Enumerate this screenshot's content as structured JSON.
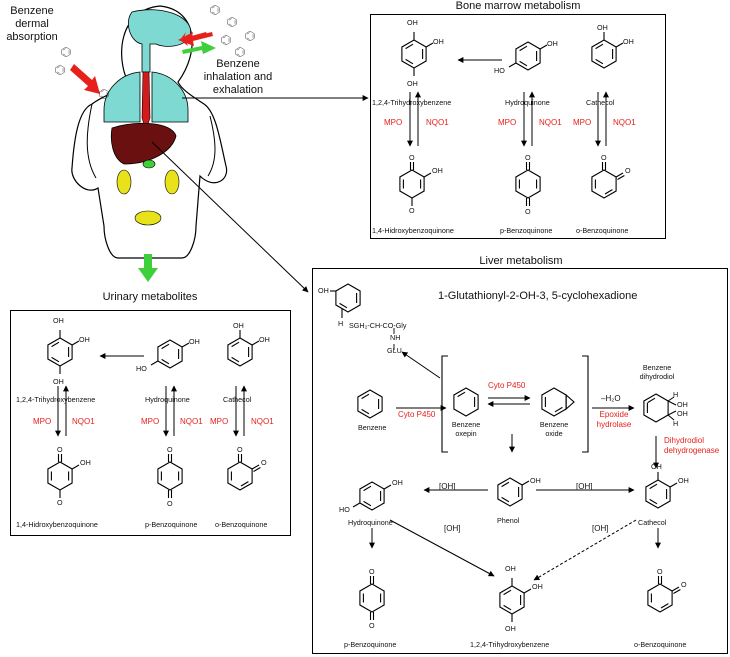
{
  "colors": {
    "red_arrow": "#e8201c",
    "green_arrow": "#3fcf3b",
    "lung": "#7ed9d2",
    "liver": "#6b1010",
    "kidney": "#e8e21a",
    "enzyme_text": "#e8201c"
  },
  "human": {
    "dermal": [
      "Benzene",
      "dermal",
      "absorption"
    ],
    "inhalation": [
      "Benzene",
      "inhalation and",
      "exhalation"
    ]
  },
  "bone_marrow": {
    "title": "Bone marrow metabolism",
    "c1": "1,2,4-Trihydroxybenzene",
    "c2": "Hydroquinone",
    "c3": "Cathecol",
    "q1": "1,4-Hidroxybenzoquinone",
    "q2": "p-Benzoquinone",
    "q3": "o-Benzoquinone",
    "mpo": "MPO",
    "nqo": "NQO1"
  },
  "urinary": {
    "title": "Urinary metabolites",
    "c1": "1,2,4-Trihydroxybenzene",
    "c2": "Hydroquinone",
    "c3": "Cathecol",
    "q1": "1,4-Hidroxybenzoquinone",
    "q2": "p-Benzoquinone",
    "q3": "o-Benzoquinone",
    "mpo": "MPO",
    "nqo": "NQO1"
  },
  "liver": {
    "title": "Liver metabolism",
    "glut_name": "1-Glutathionyl-2-OH-3, 5-cyclohexadione",
    "glut_chain": "SGH₂-CH-CO-Gly",
    "glut_nh": "NH",
    "glut_glu": "GLU",
    "benzene": "Benzene",
    "cyp1": "Cyto P450",
    "cyp2": "Cyto P450",
    "oxepin": [
      "Benzene",
      "oxepin"
    ],
    "oxide": [
      "Benzene",
      "oxide"
    ],
    "dihydrodiol": [
      "Benzene",
      "dihydrodiol"
    ],
    "minus_water": "–H₂O",
    "epoxide": [
      "Epoxide",
      "hydrolase"
    ],
    "dehydrogenase": [
      "Dihydrodiol",
      "dehydrogenase"
    ],
    "phenol": "Phenol",
    "hydroquinone": "Hydroquinone",
    "cathecol": "Cathecol",
    "oh_ox": "[OH]",
    "p_bq": "p-Benzoquinone",
    "thb": "1,2,4-Trihydroxybenzene",
    "o_bq": "o-Benzoquinone"
  },
  "atoms": {
    "oh": "OH",
    "o": "O",
    "ho": "HO",
    "h": "H"
  }
}
